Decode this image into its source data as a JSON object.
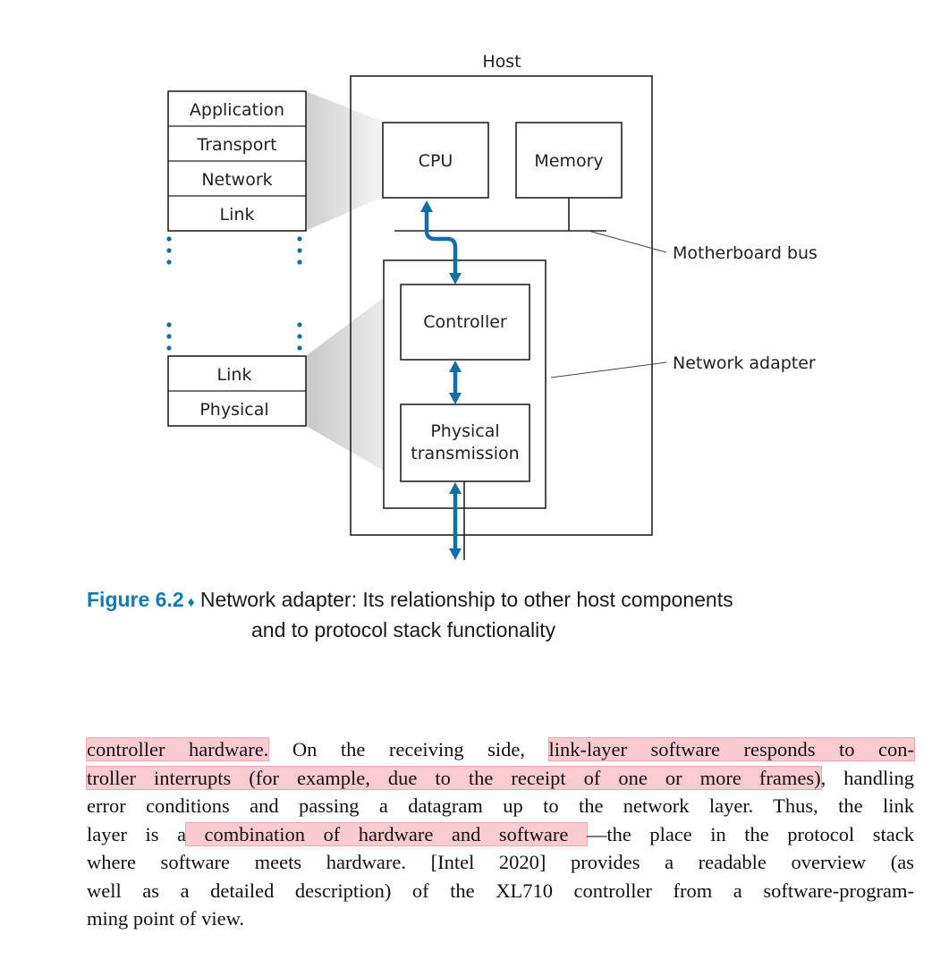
{
  "figure": {
    "host_label": "Host",
    "cpu_label": "CPU",
    "memory_label": "Memory",
    "motherboard_bus_label": "Motherboard bus",
    "network_adapter_label": "Network adapter",
    "controller_label": "Controller",
    "phys_line1": "Physical",
    "phys_line2": "transmission",
    "stack_top": [
      "Application",
      "Transport",
      "Network",
      "Link"
    ],
    "stack_bottom": [
      "Link",
      "Physical"
    ],
    "colors": {
      "arrow": "#0f6fa6",
      "dots": "#0f6fa6",
      "accent": "#0f7bb0",
      "highlight": "#f9a0aa"
    }
  },
  "caption": {
    "label": "Figure 6.2",
    "bullet": "♦",
    "line1": "Network adapter: Its relationship to other host components",
    "line2": "and to protocol stack functionality"
  },
  "body": {
    "l1_hl1": "controller hardware.",
    "l1_mid": " On the receiving side, ",
    "l1_hl2": "link-layer software responds to con-",
    "l2_hl": "troller interrupts (for example, due to the receipt of one or more frames)",
    "l2_rest": ", handling",
    "l3": "error conditions and passing a datagram up to the network layer. Thus, the link",
    "l4_pre": "layer is a",
    "l4_hl": " combination of hardware and software ",
    "l4_post": "—the place in the protocol stack",
    "l5": "where software meets hardware. [Intel 2020] provides a readable overview (as",
    "l6": "well as a detailed description) of the XL710 controller from a software-program-",
    "l7": "ming point of view."
  }
}
